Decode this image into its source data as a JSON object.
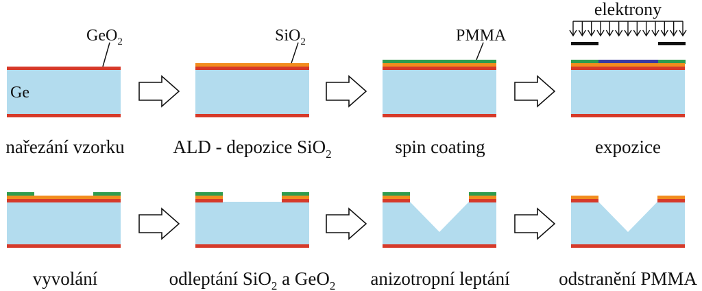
{
  "colors": {
    "substrate": "#b3dcee",
    "geo2": "#d63a2a",
    "sio2": "#f28c1e",
    "pmma": "#2f9c4e",
    "exposed": "#3a3aa0",
    "mask": "#111111",
    "arrow_fill": "#ffffff",
    "arrow_stroke": "#111111"
  },
  "labels": {
    "ge": "Ge",
    "geo2_base": "GeO",
    "geo2_sub": "2",
    "sio2_base": "SiO",
    "sio2_sub": "2",
    "pmma": "PMMA",
    "electrons": "elektrony"
  },
  "steps": [
    {
      "id": "cutting",
      "caption": "nařezání vzorku"
    },
    {
      "id": "ald",
      "caption_pre": "ALD - depozice SiO",
      "caption_sub": "2"
    },
    {
      "id": "spin",
      "caption": "spin coating"
    },
    {
      "id": "expose",
      "caption": "expozice"
    },
    {
      "id": "develop",
      "caption": "vyvolání"
    },
    {
      "id": "etch-oxide",
      "caption_a": "odleptání SiO",
      "caption_sub1": "2",
      "caption_b": " a GeO",
      "caption_sub2": "2"
    },
    {
      "id": "anisotropic",
      "caption": "anizotropní leptání"
    },
    {
      "id": "strip",
      "caption": "odstranění PMMA"
    }
  ]
}
